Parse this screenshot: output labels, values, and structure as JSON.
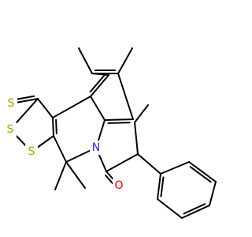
{
  "colors": {
    "bond": "#000000",
    "sulfur": "#b3a100",
    "nitrogen": "#1f2bd6",
    "oxygen": "#e0000b",
    "background": "#ffffff"
  },
  "atoms": {
    "s_thione": "S",
    "s_upper": "S",
    "s_lower": "S",
    "n_ring": "N",
    "o_carbonyl": "O"
  }
}
